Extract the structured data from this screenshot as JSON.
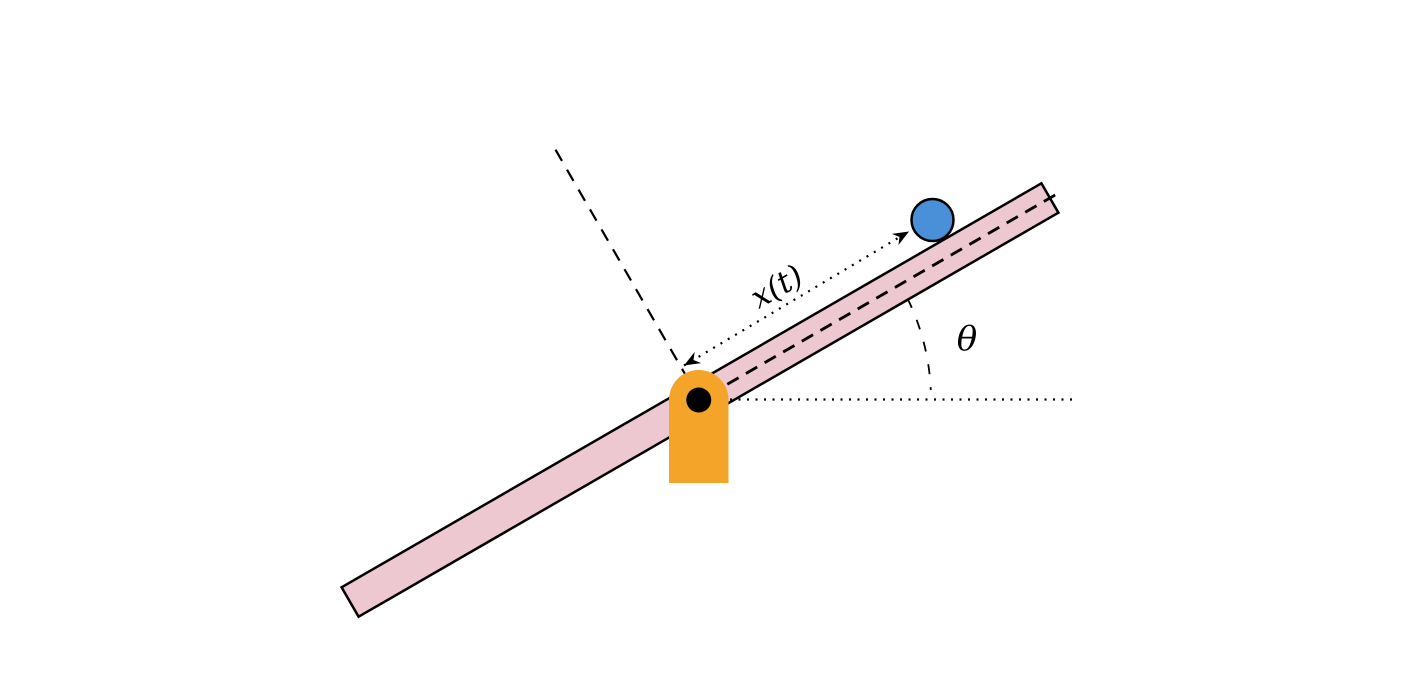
{
  "diagram": {
    "kind": "ball-and-beam-physics-diagram",
    "labels": {
      "position": "x(t)",
      "angle": "θ"
    },
    "colors": {
      "background": "#ffffff",
      "beam_fill": "#eec8d0",
      "pivot_fill": "#f5a42a",
      "ball_fill": "#4a90d8",
      "ink": "#000000"
    }
  }
}
